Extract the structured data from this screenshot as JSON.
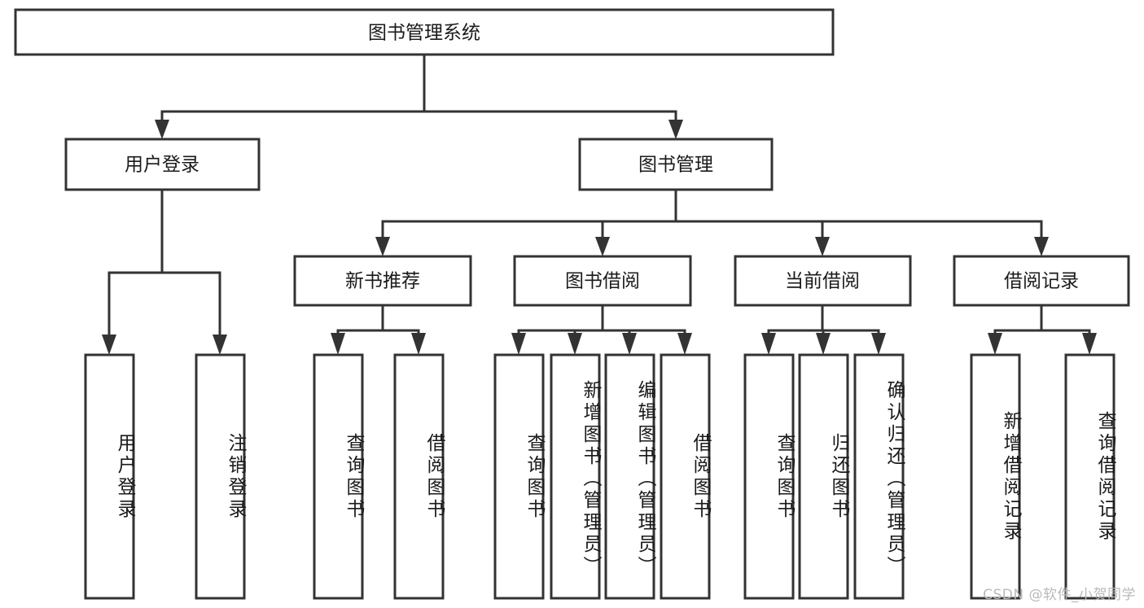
{
  "diagram": {
    "type": "tree",
    "title": "图书管理系统",
    "orientation": "top-down",
    "watermark": "CSDN @软件_小贺同学",
    "colors": {
      "stroke": "#333333",
      "fill": "#ffffff",
      "text": "#1a1a1a",
      "watermark": "#b9b9b9"
    },
    "root": {
      "label": "图书管理系统"
    },
    "level1": [
      {
        "label": "用户登录"
      },
      {
        "label": "图书管理"
      }
    ],
    "level2": [
      {
        "label": "新书推荐"
      },
      {
        "label": "图书借阅"
      },
      {
        "label": "当前借阅"
      },
      {
        "label": "借阅记录"
      }
    ],
    "leaves_user_login": [
      {
        "label": "用户登录"
      },
      {
        "label": "注销登录"
      }
    ],
    "leaves_new_book": [
      {
        "label": "查询图书"
      },
      {
        "label": "借阅图书"
      }
    ],
    "leaves_borrow": [
      {
        "label": "查询图书"
      },
      {
        "label": "新增图书（管理员）"
      },
      {
        "label": "编辑图书（管理员）"
      },
      {
        "label": "借阅图书"
      }
    ],
    "leaves_current": [
      {
        "label": "查询图书"
      },
      {
        "label": "归还图书"
      },
      {
        "label": "确认归还（管理员）"
      }
    ],
    "leaves_records": [
      {
        "label": "新增借阅记录"
      },
      {
        "label": "查询借阅记录"
      }
    ]
  }
}
